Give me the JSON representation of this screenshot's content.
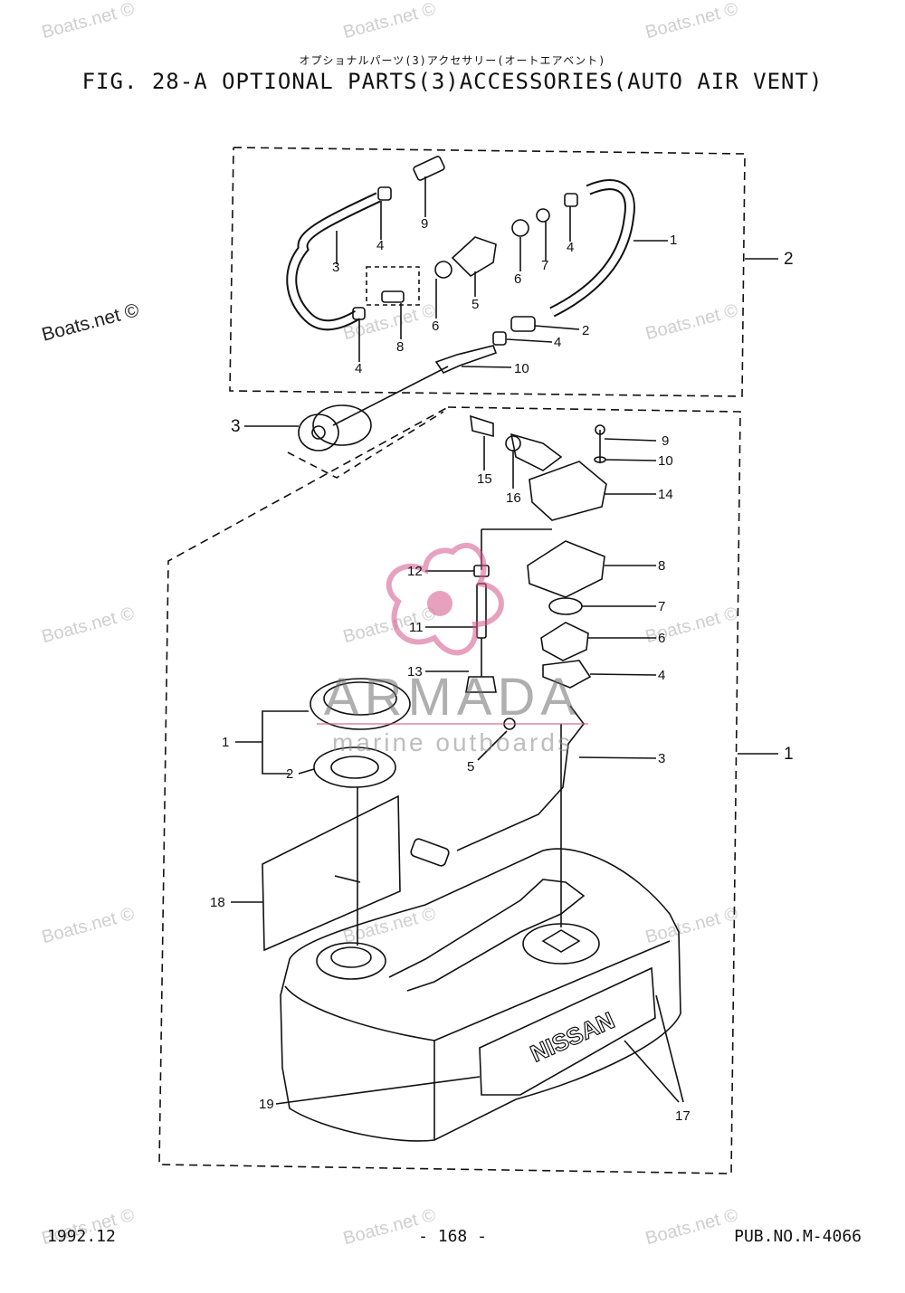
{
  "header": {
    "subtitle_jp": "オプショナルパーツ(3)アクセサリー(オートエアベント)",
    "title": "FIG. 28-A OPTIONAL PARTS(3)ACCESSORIES(AUTO AIR VENT)"
  },
  "watermarks": {
    "repeat_text": "Boats.net ©",
    "main_text": "Boats.net ©"
  },
  "logo": {
    "name": "ARMADA",
    "tagline": "marine outboards"
  },
  "tank_brand": "NISSAN",
  "callouts_upper": [
    "1",
    "2",
    "3",
    "4",
    "4",
    "4",
    "4",
    "5",
    "6",
    "6",
    "7",
    "8",
    "9",
    "10",
    "2"
  ],
  "callouts_lower": [
    "1",
    "1",
    "2",
    "3",
    "3",
    "4",
    "5",
    "6",
    "7",
    "8",
    "9",
    "10",
    "11",
    "12",
    "13",
    "14",
    "15",
    "16",
    "17",
    "18",
    "19"
  ],
  "footer": {
    "date": "1992.12",
    "page": "- 168 -",
    "pub_no": "PUB.NO.M-4066"
  }
}
